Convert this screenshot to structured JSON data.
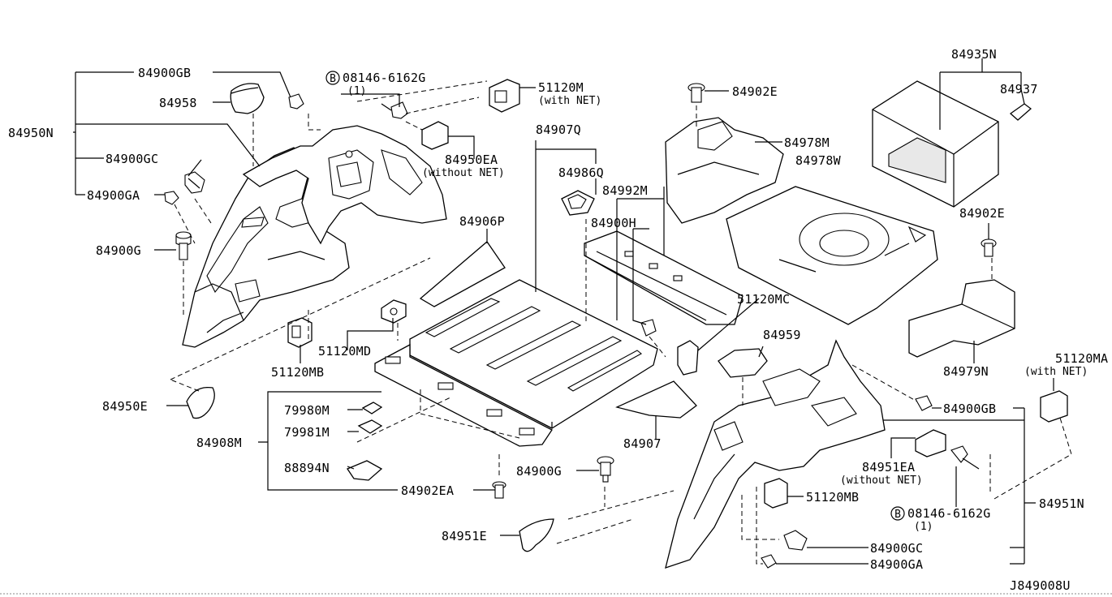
{
  "diagram": {
    "ref_code": "J849008U",
    "bolt_symbol": "B",
    "labels": {
      "l84900GB_top": "84900GB",
      "l84958": "84958",
      "l84950N": "84950N",
      "l84900GC_top": "84900GC",
      "l84900GA_top": "84900GA",
      "l84900G_left": "84900G",
      "l08146_top": "08146-6162G",
      "l08146_top_qty": "(1)",
      "l51120M": "51120M",
      "l51120M_note": "(with NET)",
      "l84950EA": "84950EA",
      "l84950EA_note": "(without NET)",
      "l84907Q": "84907Q",
      "l84986Q": "84986Q",
      "l84902E_top": "84902E",
      "l84978M": "84978M",
      "l84978W": "84978W",
      "l84935N": "84935N",
      "l84937": "84937",
      "l84902E_right": "84902E",
      "l84992M": "84992M",
      "l84900H": "84900H",
      "l84906P": "84906P",
      "l51120MC": "51120MC",
      "l51120MD": "51120MD",
      "l51120MB_left": "51120MB",
      "l84959": "84959",
      "l84979N": "84979N",
      "l51120MA": "51120MA",
      "l51120MA_note": "(with NET)",
      "l84950E": "84950E",
      "l84908M": "84908M",
      "l79980M": "79980M",
      "l79981M": "79981M",
      "l88894N": "88894N",
      "l84902EA": "84902EA",
      "l84907": "84907",
      "l84900G_mid": "84900G",
      "l84900GB_right": "84900GB",
      "l84951EA": "84951EA",
      "l84951EA_note": "(without NET)",
      "l51120MB_right": "51120MB",
      "l08146_bottom": "08146-6162G",
      "l08146_bottom_qty": "(1)",
      "l84951N": "84951N",
      "l84951E": "84951E",
      "l84900GC_bottom": "84900GC",
      "l84900GA_bottom": "84900GA"
    }
  }
}
